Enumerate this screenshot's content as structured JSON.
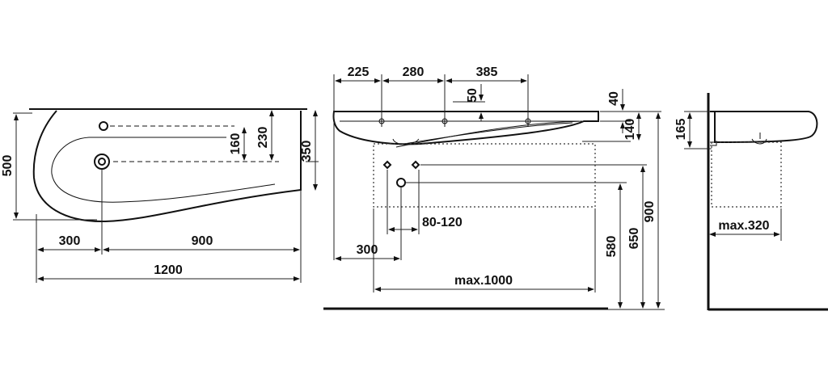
{
  "top_view": {
    "dim_500": "500",
    "dim_160": "160",
    "dim_230": "230",
    "dim_350": "350",
    "dim_300": "300",
    "dim_900": "900",
    "dim_1200": "1200"
  },
  "front_view": {
    "dim_225": "225",
    "dim_280": "280",
    "dim_385": "385",
    "dim_50": "50",
    "dim_40": "40",
    "dim_140": "140",
    "dim_80_120": "80-120",
    "dim_300": "300",
    "dim_max1000": "max.1000",
    "dim_580": "580",
    "dim_650": "650",
    "dim_900": "900"
  },
  "side_view": {
    "dim_165": "165",
    "dim_max320": "max.320"
  }
}
